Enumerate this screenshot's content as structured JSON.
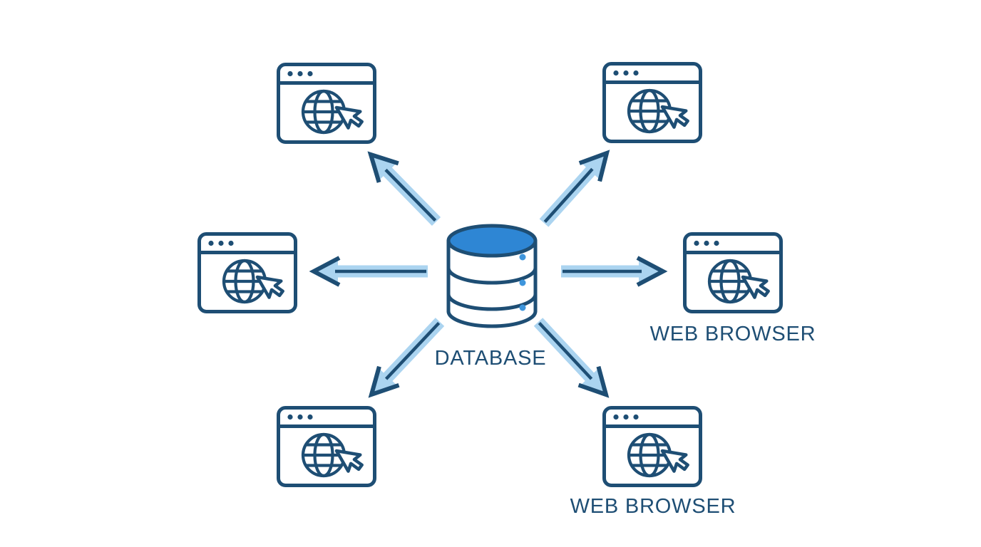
{
  "diagram": {
    "background_color": "#ffffff",
    "colors": {
      "outline_navy": "#1e4e74",
      "arrow_light_blue": "#abd4f0",
      "database_blue": "#2e86d4",
      "dot_blue": "#3e95dc"
    },
    "center_node": {
      "id": "database",
      "icon": "database-icon",
      "label": "DATABASE"
    },
    "nodes": [
      {
        "id": "browser-top-left",
        "icon": "web-browser-icon",
        "label": ""
      },
      {
        "id": "browser-top-right",
        "icon": "web-browser-icon",
        "label": ""
      },
      {
        "id": "browser-left",
        "icon": "web-browser-icon",
        "label": ""
      },
      {
        "id": "browser-right",
        "icon": "web-browser-icon",
        "label": "WEB BROWSER"
      },
      {
        "id": "browser-bottom-left",
        "icon": "web-browser-icon",
        "label": ""
      },
      {
        "id": "browser-bottom-right",
        "icon": "web-browser-icon",
        "label": "WEB BROWSER"
      }
    ],
    "arrows": [
      {
        "from": "database",
        "to": "browser-top-left",
        "direction": "up-left"
      },
      {
        "from": "database",
        "to": "browser-top-right",
        "direction": "up-right"
      },
      {
        "from": "database",
        "to": "browser-left",
        "direction": "left"
      },
      {
        "from": "database",
        "to": "browser-right",
        "direction": "right"
      },
      {
        "from": "database",
        "to": "browser-bottom-left",
        "direction": "down-left"
      },
      {
        "from": "database",
        "to": "browser-bottom-right",
        "direction": "down-right"
      }
    ]
  }
}
